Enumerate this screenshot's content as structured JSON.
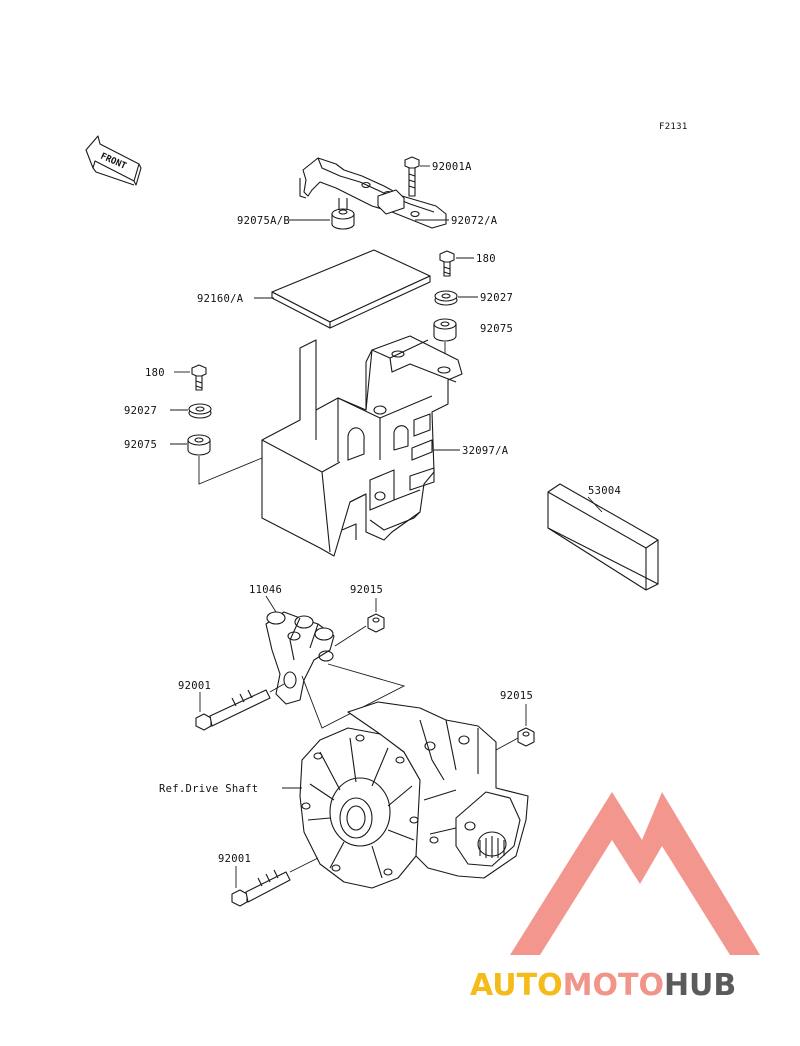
{
  "figure_code": "F2131",
  "front_marker": "FRONT",
  "labels": {
    "p92001A": "92001A",
    "p92075AB": "92075A/B",
    "p92072A": "92072/A",
    "p180_top": "180",
    "p92160A": "92160/A",
    "p92027_right": "92027",
    "p92075_right": "92075",
    "p180_left": "180",
    "p92027_left": "92027",
    "p92075_left": "92075",
    "p32097A": "32097/A",
    "p53004": "53004",
    "p11046": "11046",
    "p92015_top": "92015",
    "p92001_upper": "92001",
    "p92015_right": "92015",
    "ref_drive_shaft": "Ref.Drive Shaft",
    "p92001_lower": "92001"
  },
  "watermark": {
    "part1": "AUTO",
    "part2": "MOTO",
    "part3": "HUB",
    "color1": "#f5b400",
    "color2": "#f08a7e",
    "color3": "#4a4a4a",
    "logo_color": "#f28b82"
  }
}
